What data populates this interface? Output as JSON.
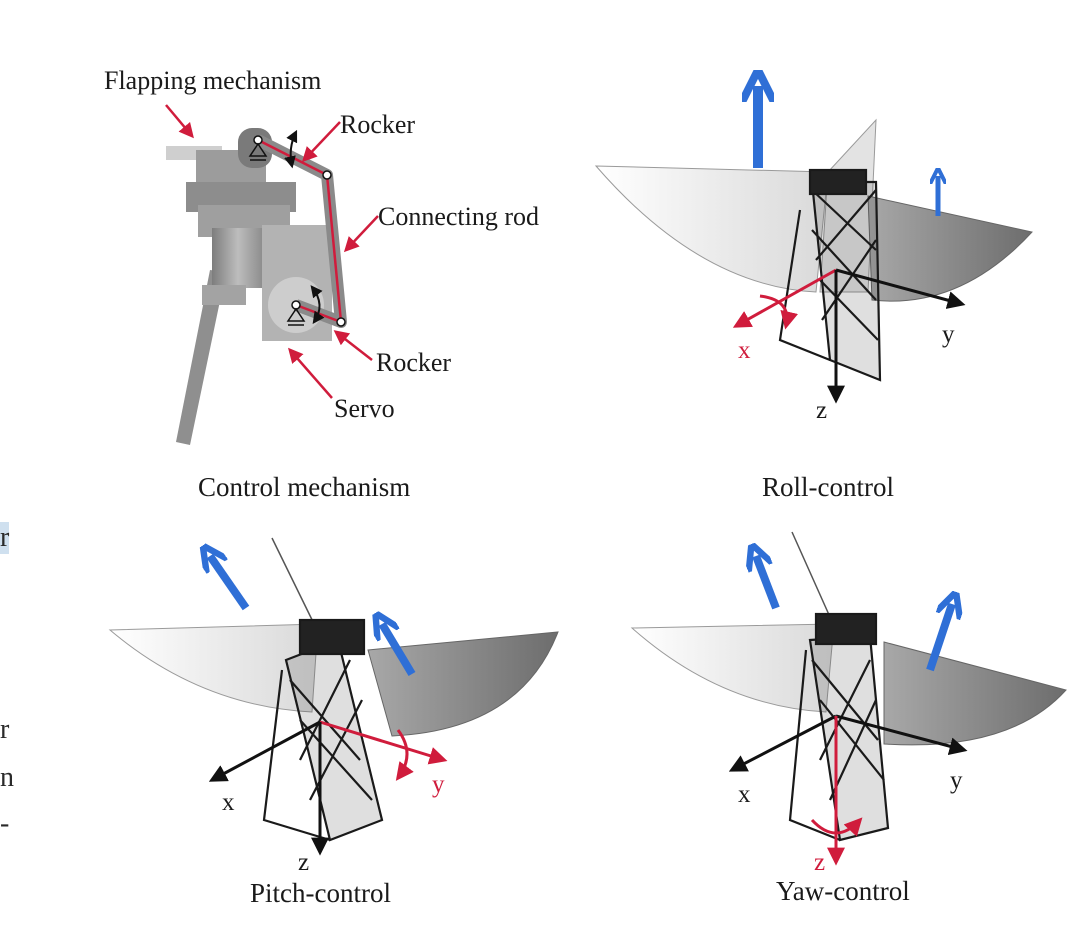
{
  "labels": {
    "flapping_mechanism": "Flapping mechanism",
    "rocker_top": "Rocker",
    "connecting_rod": "Connecting rod",
    "rocker_bottom": "Rocker",
    "servo": "Servo"
  },
  "captions": {
    "control_mechanism": "Control mechanism",
    "roll_control": "Roll-control",
    "pitch_control": "Pitch-control",
    "yaw_control": "Yaw-control"
  },
  "axes": {
    "roll": {
      "x": "x",
      "y": "y",
      "z": "z"
    },
    "pitch": {
      "x": "x",
      "y": "y",
      "z": "z"
    },
    "yaw": {
      "x": "x",
      "y": "y",
      "z": "z"
    }
  },
  "page_edge_text": {
    "line1": "r",
    "line2": "r",
    "line3": "n",
    "line4": "-"
  },
  "colors": {
    "thrust_arrow": "#2f6fd6",
    "control_axis": "#d01c3c",
    "annotation_arrow": "#d01c3c",
    "axis": "#111111",
    "highlight": "#cfe0ef"
  }
}
